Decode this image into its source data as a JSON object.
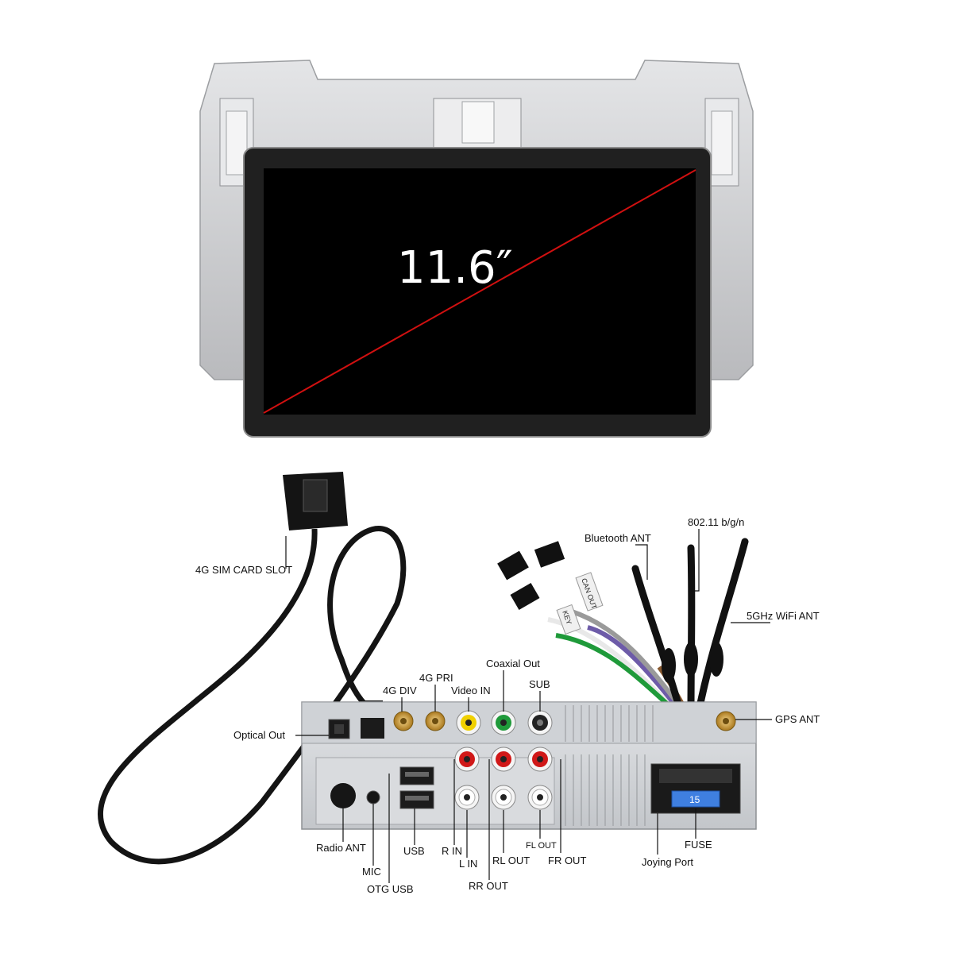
{
  "screen": {
    "size_text": "11.6″",
    "diagonal_color": "#d01010"
  },
  "colors": {
    "bezel": "#c8c9cb",
    "screen": "#000000",
    "chassis": "#d4d6d9",
    "gold": "#c89a3a",
    "yellow": "#f0d000",
    "green": "#1f9a3a",
    "red": "#d01818",
    "white": "#f5f5f5"
  },
  "labels": {
    "sim_card_slot": "4G SIM CARD SLOT",
    "bluetooth_ant": "Bluetooth ANT",
    "wifi_80211": "802.11 b/g/n",
    "wifi_5ghz": "5GHz WiFi ANT",
    "coaxial_out": "Coaxial Out",
    "g4_pri": "4G PRI",
    "g4_div": "4G DIV",
    "video_in": "Video IN",
    "sub": "SUB",
    "gps_ant": "GPS ANT",
    "optical_out": "Optical Out",
    "radio_ant": "Radio ANT",
    "mic": "MIC",
    "usb": "USB",
    "otg_usb": "OTG USB",
    "r_in": "R IN",
    "l_in": "L IN",
    "rl_out": "RL OUT",
    "rr_out": "RR OUT",
    "fl_out": "FL OUT",
    "fr_out": "FR OUT",
    "fuse": "FUSE",
    "joying_port": "Joying Port"
  },
  "cable_tags": {
    "can": "CAN OUT",
    "key": "KEY"
  },
  "fuse_value": "15"
}
